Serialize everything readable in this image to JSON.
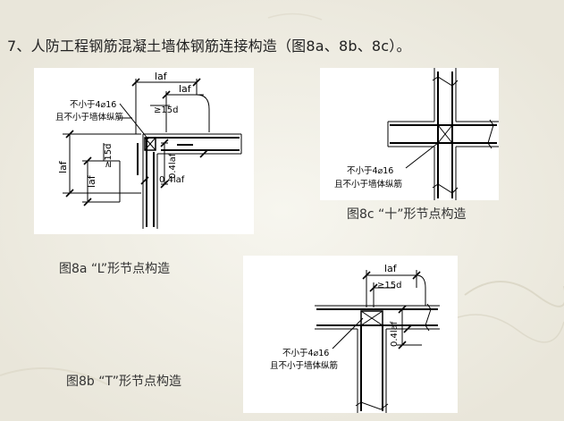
{
  "title": "7、人防工程钢筋混凝土墙体钢筋连接构造（图8a、8b、8c）。",
  "figure_a": {
    "caption": "图8a “L”形节点构造",
    "labels": {
      "laf_top": "laf",
      "laf_top2": "laf",
      "d15_top": "≥15d",
      "rebar_note_1": "不小于4⌀16",
      "rebar_note_2": "且不小于墙体纵筋",
      "laf_left": "laf",
      "laf_left2": "laf",
      "d15_left": "≥15d",
      "laf04_mid": "0.4laf",
      "laf04_low": "0.4laf"
    }
  },
  "figure_b": {
    "caption": "图8b “T”形节点构造",
    "labels": {
      "laf_top": "laf",
      "d15_top": "≥15d",
      "laf04": "0.4laf",
      "rebar_note_1": "不小于4⌀16",
      "rebar_note_2": "且不小于墙体纵筋"
    }
  },
  "figure_c": {
    "caption": "图8c “十”形节点构造",
    "labels": {
      "rebar_note_1": "不小于4⌀16",
      "rebar_note_2": "且不小于墙体纵筋"
    }
  }
}
